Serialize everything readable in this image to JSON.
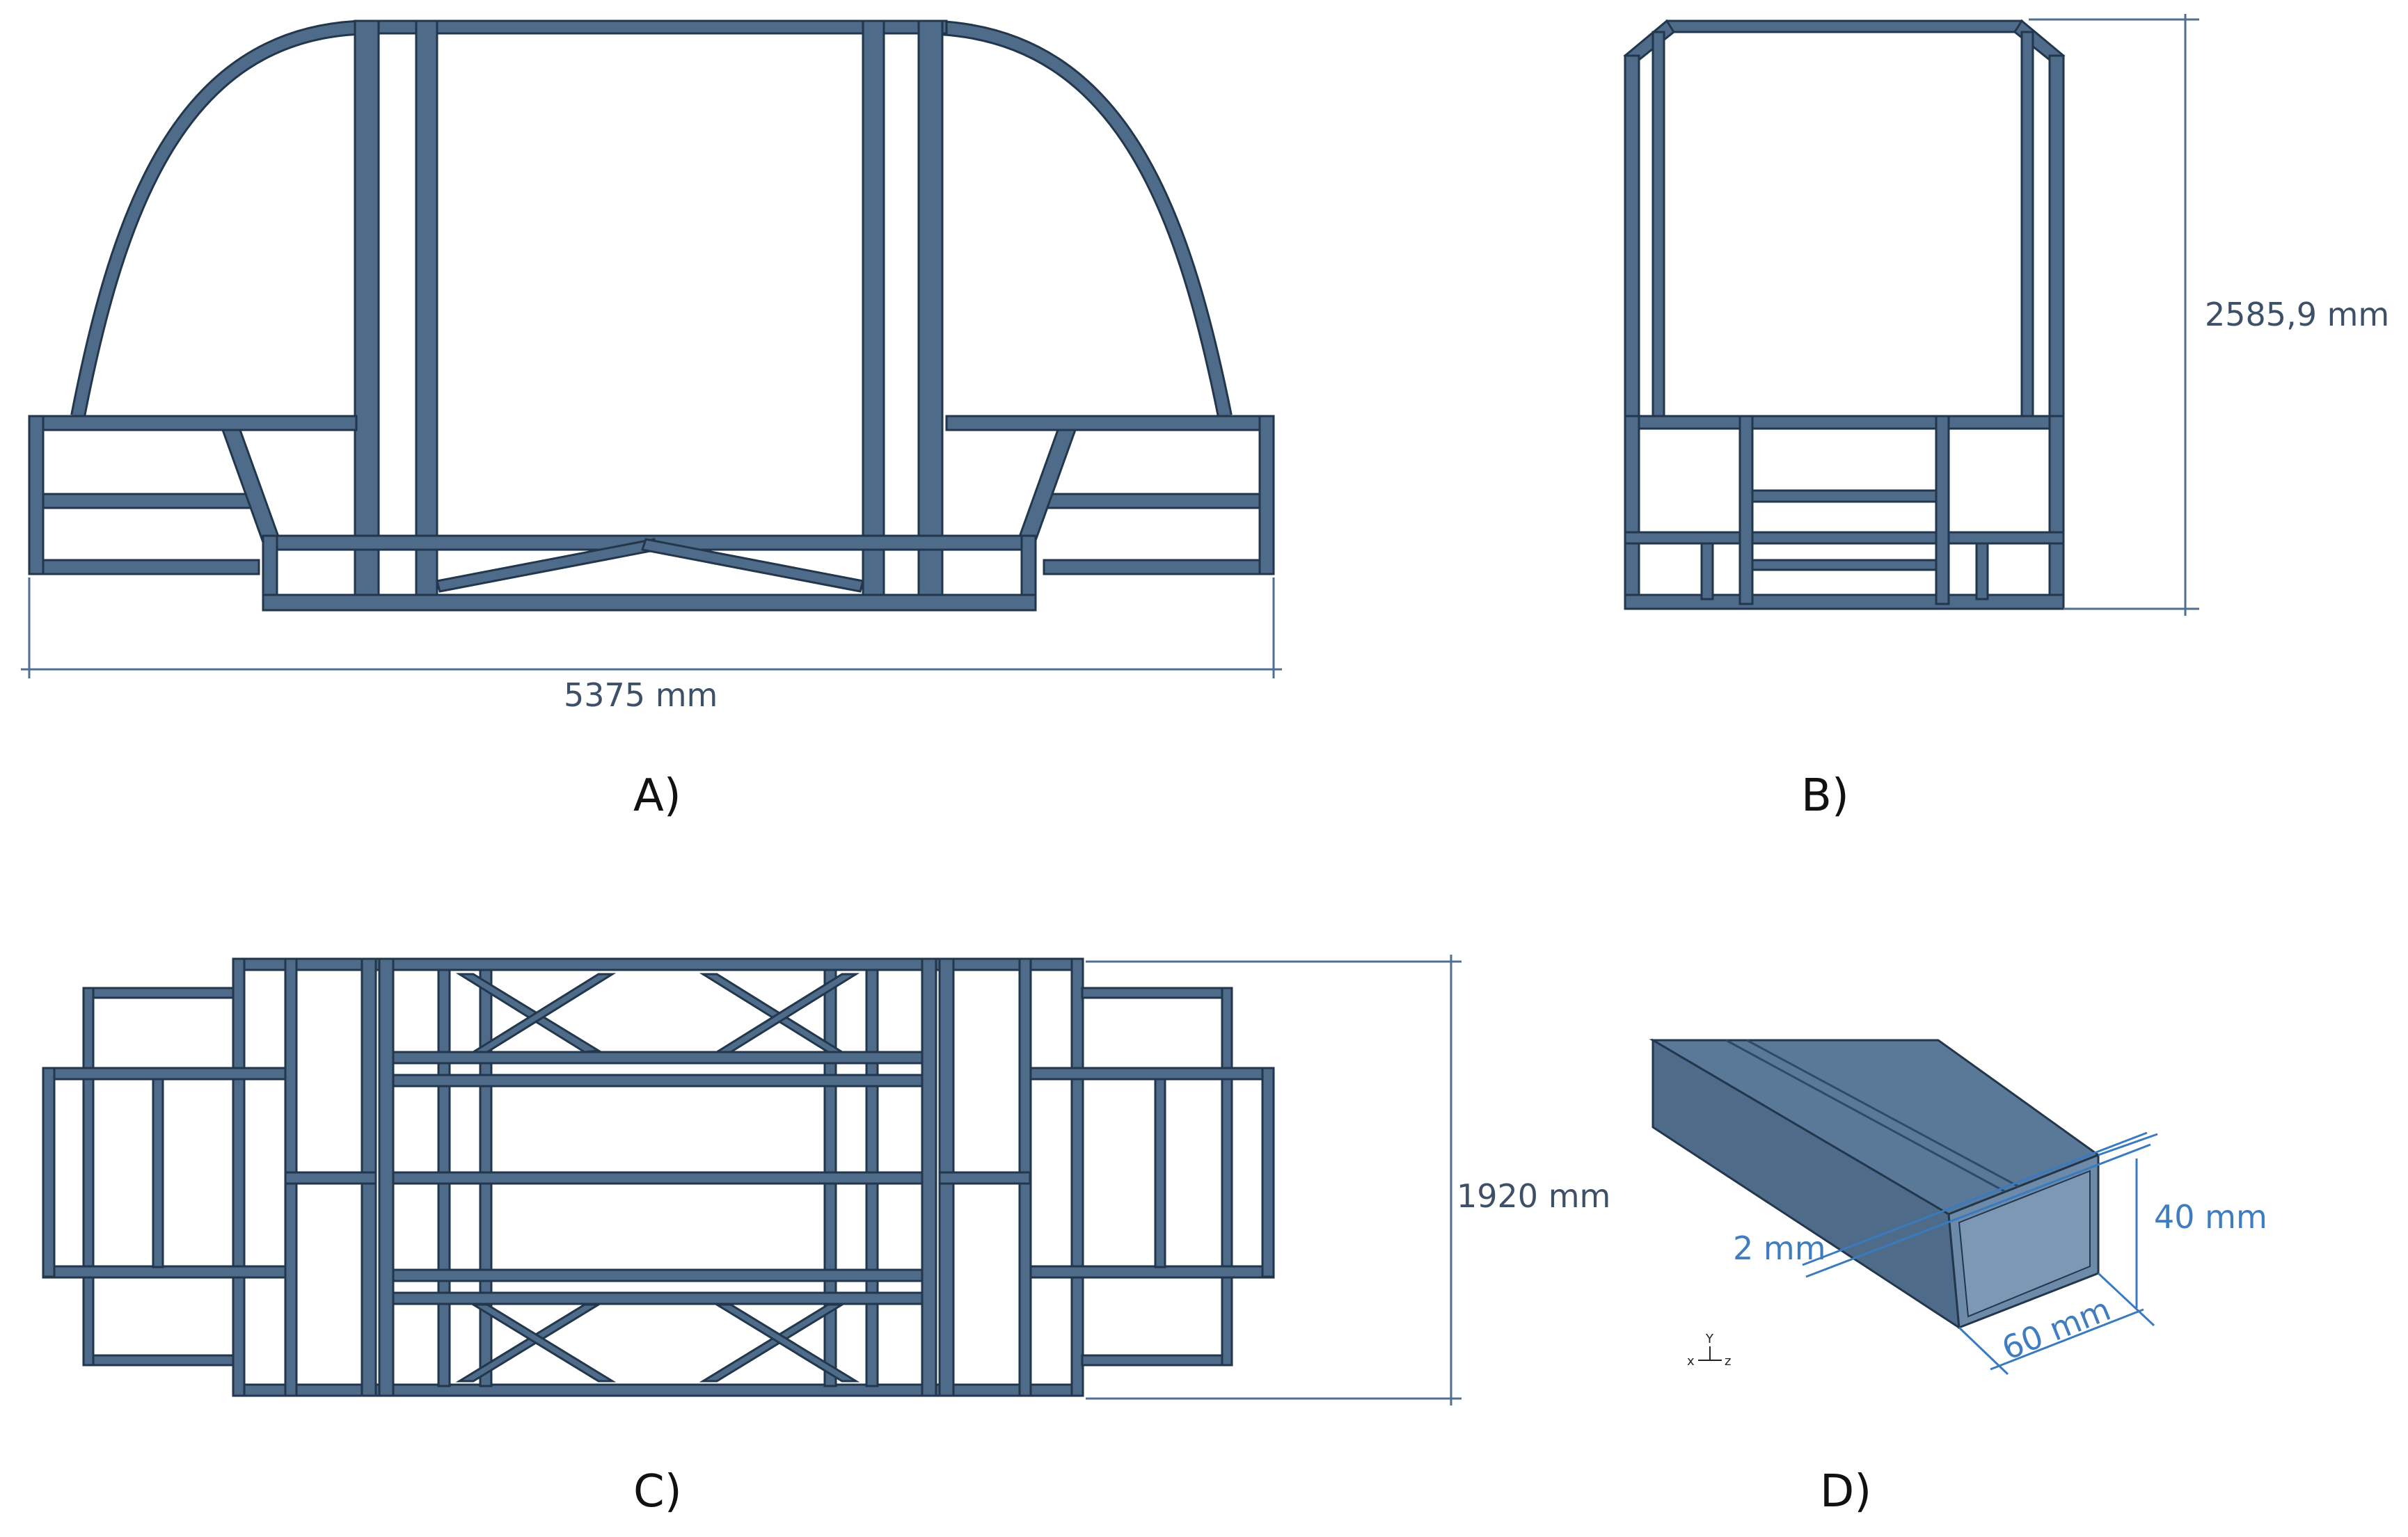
{
  "panels": {
    "a": {
      "label": "A)",
      "dimension": "5375 mm"
    },
    "b": {
      "label": "B)",
      "dimension": "2585,9 mm"
    },
    "c": {
      "label": "C)",
      "dimension": "1920 mm"
    },
    "d": {
      "label": "D)",
      "dimensions": {
        "thickness": "2 mm",
        "height": "40 mm",
        "width": "60 mm"
      },
      "axes": {
        "x": "x",
        "y": "Y",
        "z": "z"
      }
    }
  },
  "colors": {
    "frame": "#4e6b8a",
    "frame_outline": "#22364c",
    "dimension_line": "#4f6f93",
    "dimension_blue": "#3a7bbf"
  }
}
